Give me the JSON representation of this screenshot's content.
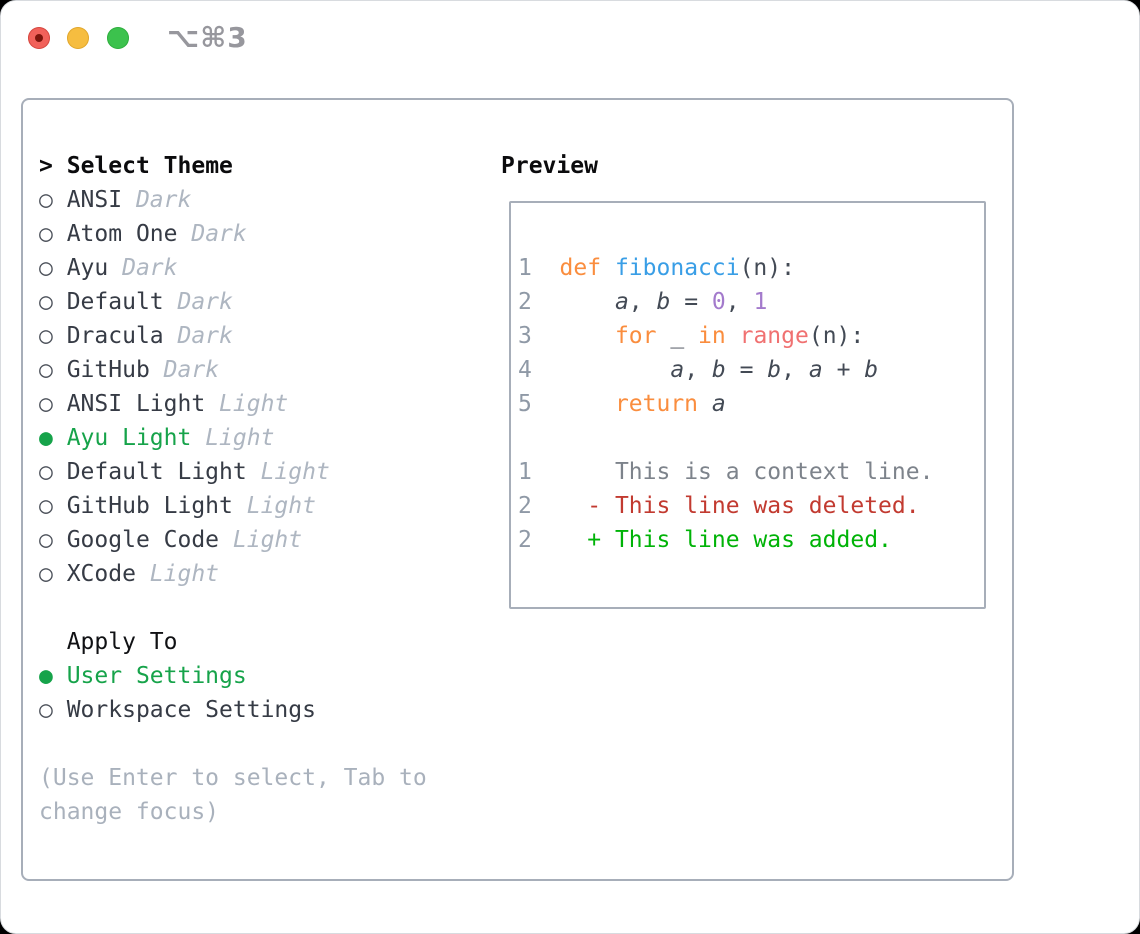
{
  "window": {
    "title": "⌥⌘3",
    "traffic_lights": [
      "close",
      "minimize",
      "zoom"
    ]
  },
  "colors": {
    "selection_green": "#16a34a",
    "added_green": "#00b307",
    "deleted_red": "#c23a30",
    "keyword_orange": "#fa8d3e",
    "function_blue": "#399ee6",
    "builtin_coral": "#f07171",
    "number_purple": "#a37acc",
    "muted_gray": "#aeb6c1",
    "border_gray": "#a7aeb9"
  },
  "theme_panel": {
    "header_prefix": ">",
    "header": "Select Theme",
    "markers": {
      "selected": "●",
      "unselected": "○"
    },
    "items": [
      {
        "name": "ANSI",
        "tag": "Dark",
        "selected": false
      },
      {
        "name": "Atom One",
        "tag": "Dark",
        "selected": false
      },
      {
        "name": "Ayu",
        "tag": "Dark",
        "selected": false
      },
      {
        "name": "Default",
        "tag": "Dark",
        "selected": false
      },
      {
        "name": "Dracula",
        "tag": "Dark",
        "selected": false
      },
      {
        "name": "GitHub",
        "tag": "Dark",
        "selected": false
      },
      {
        "name": "ANSI Light",
        "tag": "Light",
        "selected": false
      },
      {
        "name": "Ayu Light",
        "tag": "Light",
        "selected": true
      },
      {
        "name": "Default Light",
        "tag": "Light",
        "selected": false
      },
      {
        "name": "GitHub Light",
        "tag": "Light",
        "selected": false
      },
      {
        "name": "Google Code",
        "tag": "Light",
        "selected": false
      },
      {
        "name": "XCode",
        "tag": "Light",
        "selected": false
      }
    ],
    "apply_header": "Apply To",
    "apply_items": [
      {
        "name": "User Settings",
        "selected": true
      },
      {
        "name": "Workspace Settings",
        "selected": false
      }
    ],
    "hint_lines": [
      "(Use Enter to select, Tab to",
      "change focus)"
    ]
  },
  "preview": {
    "header": "Preview",
    "lines": [
      {
        "tokens": [
          [
            "1  ",
            "gutter"
          ],
          [
            "def",
            "kw"
          ],
          [
            " ",
            "pl"
          ],
          [
            "fibonacci",
            "fn"
          ],
          [
            "(n):",
            "pl"
          ]
        ]
      },
      {
        "tokens": [
          [
            "2  ",
            "gutter"
          ],
          [
            "    ",
            "pl"
          ],
          [
            "a",
            "var"
          ],
          [
            ", ",
            "pl"
          ],
          [
            "b",
            "var"
          ],
          [
            " = ",
            "pl"
          ],
          [
            "0",
            "num"
          ],
          [
            ", ",
            "pl"
          ],
          [
            "1",
            "num"
          ]
        ]
      },
      {
        "tokens": [
          [
            "3  ",
            "gutter"
          ],
          [
            "    ",
            "pl"
          ],
          [
            "for",
            "kw"
          ],
          [
            " _ ",
            "pl"
          ],
          [
            "in",
            "kw"
          ],
          [
            " ",
            "pl"
          ],
          [
            "range",
            "coral"
          ],
          [
            "(n):",
            "pl"
          ]
        ]
      },
      {
        "tokens": [
          [
            "4  ",
            "gutter"
          ],
          [
            "        ",
            "pl"
          ],
          [
            "a",
            "var"
          ],
          [
            ", ",
            "pl"
          ],
          [
            "b",
            "var"
          ],
          [
            " = ",
            "pl"
          ],
          [
            "b",
            "var"
          ],
          [
            ", ",
            "pl"
          ],
          [
            "a",
            "var"
          ],
          [
            " + ",
            "pl"
          ],
          [
            "b",
            "var"
          ]
        ]
      },
      {
        "tokens": [
          [
            "5  ",
            "gutter"
          ],
          [
            "    ",
            "pl"
          ],
          [
            "return",
            "kw"
          ],
          [
            " ",
            "pl"
          ],
          [
            "a",
            "var"
          ]
        ]
      },
      {
        "tokens": []
      },
      {
        "tokens": [
          [
            "1",
            "gutter"
          ],
          [
            "      ",
            "ctx"
          ],
          [
            "This is a context line.",
            "ctx"
          ]
        ]
      },
      {
        "tokens": [
          [
            "2",
            "gutter"
          ],
          [
            "    ",
            "pl"
          ],
          [
            "- This line was deleted.",
            "del"
          ]
        ]
      },
      {
        "tokens": [
          [
            "2",
            "gutter"
          ],
          [
            "    ",
            "pl"
          ],
          [
            "+ This line was added.",
            "add"
          ]
        ]
      }
    ]
  }
}
